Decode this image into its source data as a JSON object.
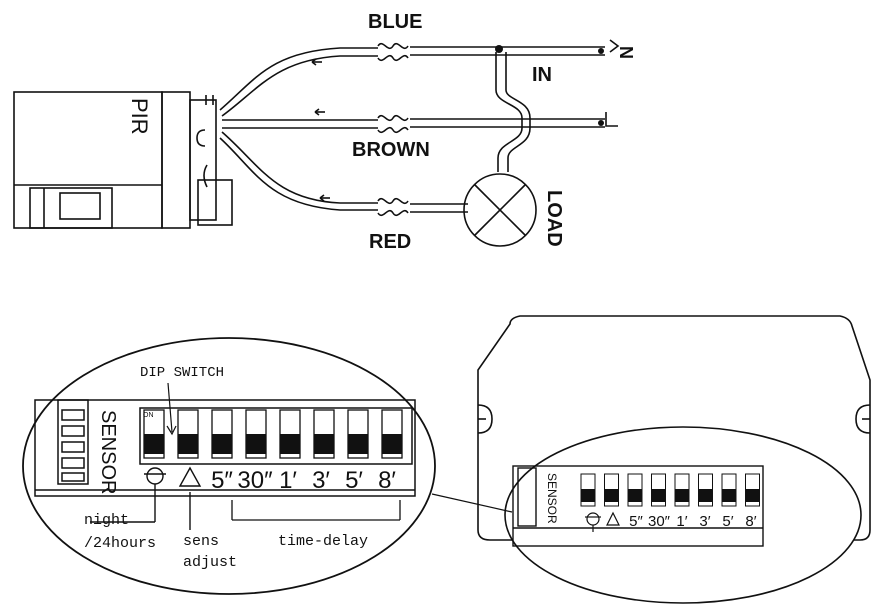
{
  "wiring": {
    "module_label": "PIR",
    "wire_blue": "BLUE",
    "wire_brown": "BROWN",
    "wire_red": "RED",
    "input_label": "IN",
    "terminal_n": "N",
    "terminal_l": "L",
    "load_label": "LOAD"
  },
  "dip_detail": {
    "dip_switch_label": "DIP SWITCH",
    "sensor_label": "SENSOR",
    "on_label": "ON",
    "settings": [
      "5″",
      "30″",
      "1′",
      "3′",
      "5′",
      "8′"
    ],
    "night_label_line1": "night",
    "night_label_line2": "/24hours",
    "sens_label_line1": "sens",
    "sens_label_line2": "adjust",
    "delay_label": "time-delay"
  },
  "device_view": {
    "sensor_label": "SENSOR",
    "settings": [
      "5″",
      "30″",
      "1′",
      "3′",
      "5′",
      "8′"
    ]
  },
  "colors": {
    "line": "#111111",
    "background": "#ffffff"
  },
  "icons": [
    "twisted-connector-icon",
    "lamp-cross-icon",
    "sun-night-icon",
    "triangle-sens-icon"
  ]
}
